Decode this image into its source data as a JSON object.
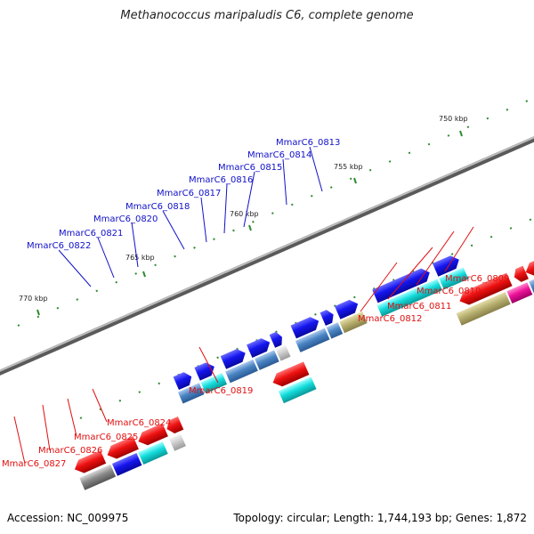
{
  "title": "Methanococcus maripaludis C6, complete genome",
  "footer": {
    "accession": "Accession: NC_009975",
    "summary": "Topology: circular; Length: 1,744,193 bp; Genes: 1,872"
  },
  "ruler_labels": [
    "750 kbp",
    "755 kbp",
    "760 kbp",
    "765 kbp",
    "770 kbp"
  ],
  "colors": {
    "red": "#ee1111",
    "blue": "#1515ee",
    "cyan": "#14dcdc",
    "steel": "#4a84c4",
    "khaki": "#b8b070",
    "gray": "#777777",
    "magenta": "#ee1199",
    "navy": "#161a8c",
    "label_forward": "#1010c8",
    "label_reverse": "#e01010"
  },
  "gene_labels_forward": [
    "MmarC6_0813",
    "MmarC6_0814",
    "MmarC6_0815",
    "MmarC6_0816",
    "MmarC6_0817",
    "MmarC6_0818",
    "MmarC6_0820",
    "MmarC6_0821",
    "MmarC6_0822"
  ],
  "gene_labels_reverse": [
    "MmarC6_0809",
    "MmarC6_0810",
    "MmarC6_0811",
    "MmarC6_0812",
    "MmarC6_0819",
    "MmarC6_0824",
    "MmarC6_0825",
    "MmarC6_0826",
    "MmarC6_0827"
  ]
}
